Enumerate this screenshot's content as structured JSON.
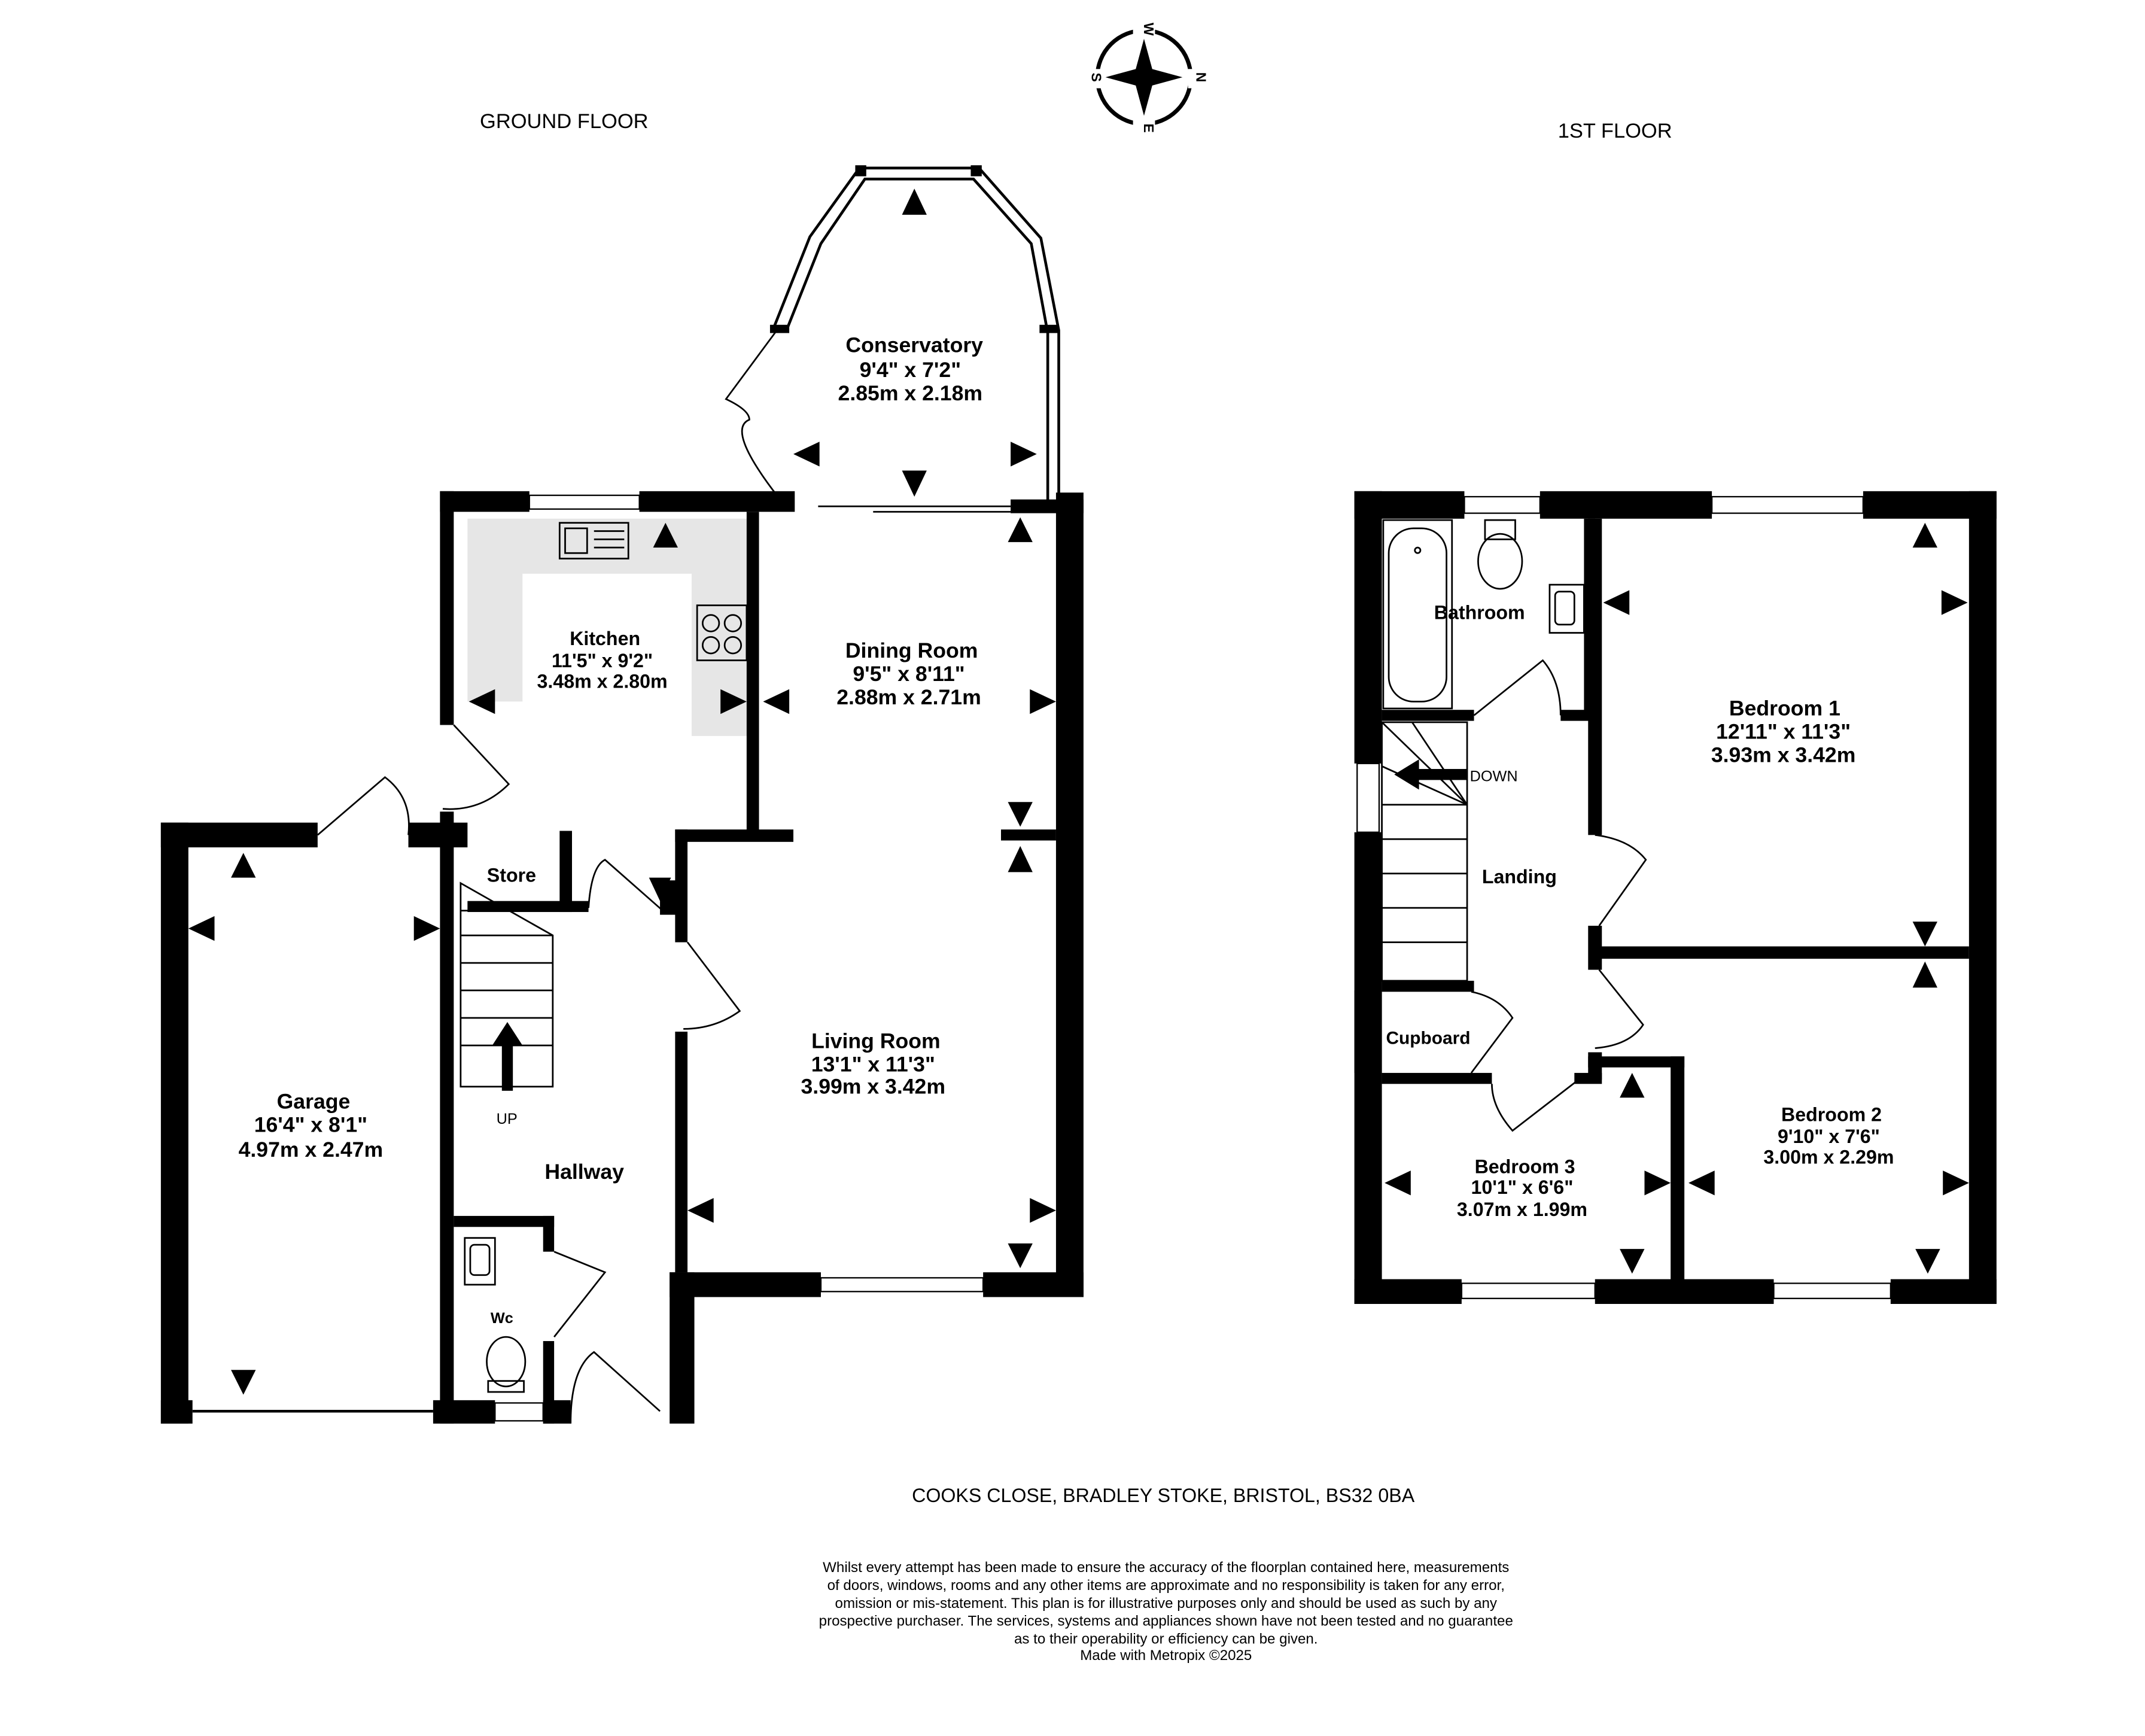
{
  "titles": {
    "ground": "GROUND FLOOR",
    "first": "1ST FLOOR"
  },
  "compass": {
    "n": "N",
    "s": "S",
    "e": "E",
    "w": "W"
  },
  "ground_rooms": {
    "conservatory": {
      "name": "Conservatory",
      "imperial": "9'4\"  x 7'2\"",
      "metric": "2.85m  x 2.18m"
    },
    "kitchen": {
      "name": "Kitchen",
      "imperial": "11'5\"  x 9'2\"",
      "metric": "3.48m  x 2.80m"
    },
    "dining": {
      "name": "Dining Room",
      "imperial": "9'5\"  x 8'11\"",
      "metric": "2.88m  x 2.71m"
    },
    "living": {
      "name": "Living Room",
      "imperial": "13'1\"  x 11'3\"",
      "metric": "3.99m  x 3.42m"
    },
    "garage": {
      "name": "Garage",
      "imperial": "16'4\"  x 8'1\"",
      "metric": "4.97m  x 2.47m"
    },
    "store": {
      "name": "Store"
    },
    "hallway": {
      "name": "Hallway"
    },
    "wc": {
      "name": "Wc"
    },
    "stairs_label": "UP"
  },
  "first_rooms": {
    "bathroom": {
      "name": "Bathroom"
    },
    "landing": {
      "name": "Landing"
    },
    "cupboard": {
      "name": "Cupboard"
    },
    "bedroom1": {
      "name": "Bedroom 1",
      "imperial": "12'11\"  x 11'3\"",
      "metric": "3.93m  x 3.42m"
    },
    "bedroom2": {
      "name": "Bedroom 2",
      "imperial": "9'10\"  x 7'6\"",
      "metric": "3.00m  x 2.29m"
    },
    "bedroom3": {
      "name": "Bedroom 3",
      "imperial": "10'1\"  x 6'6\"",
      "metric": "3.07m  x 1.99m"
    },
    "stairs_label": "DOWN"
  },
  "address": "COOKS CLOSE, BRADLEY STOKE, BRISTOL, BS32 0BA",
  "disclaimer": [
    "Whilst every attempt has been made to ensure the accuracy of the floorplan contained here, measurements",
    "of doors, windows, rooms and any other items are approximate and no responsibility is taken for any error,",
    "omission or mis-statement. This plan is for illustrative purposes only and should be used as such by any",
    "prospective purchaser. The services, systems and appliances shown have not been tested and no guarantee",
    "as to their operability or efficiency can be given.",
    "Made with Metropix ©2025"
  ]
}
